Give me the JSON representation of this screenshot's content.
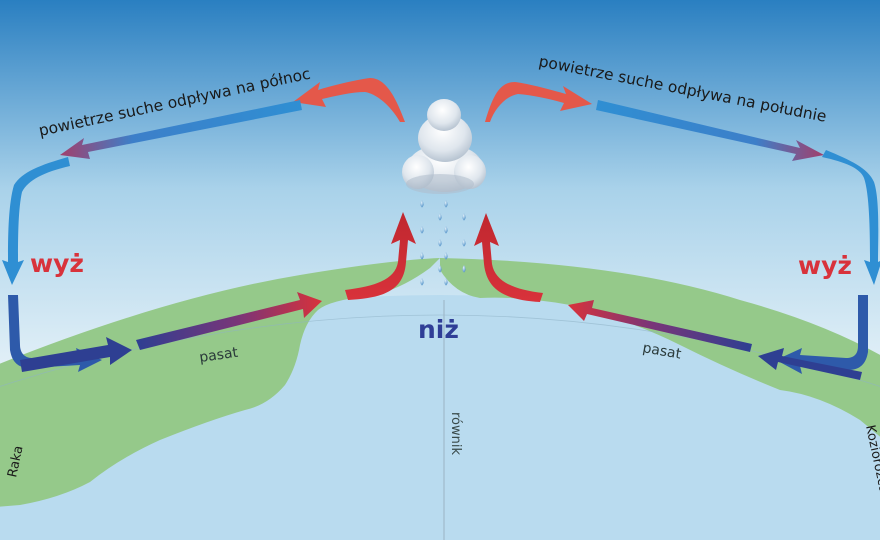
{
  "labels": {
    "north_flow": "powietrze suche odpływa na północ",
    "south_flow": "powietrze suche odpływa na południe",
    "high_left": "wyż",
    "high_right": "wyż",
    "low": "niż",
    "trade_left": "pasat",
    "trade_right": "pasat",
    "equator": "równik",
    "tropic_left": "Raka",
    "tropic_right": "Koziorożca"
  },
  "colors": {
    "sky_top": "#2a7fc1",
    "sky_bottom": "#f2f8fb",
    "ocean": "#b9dbef",
    "land": "#95c98a",
    "warm_arrow": "#d8323b",
    "cool_arrow": "#2f8fd3",
    "dark_arrow": "#2e3f92",
    "high_text": "#d8323b",
    "low_text": "#2f3e96"
  },
  "icons": [
    "cloud-icon",
    "raindrop-icon"
  ]
}
